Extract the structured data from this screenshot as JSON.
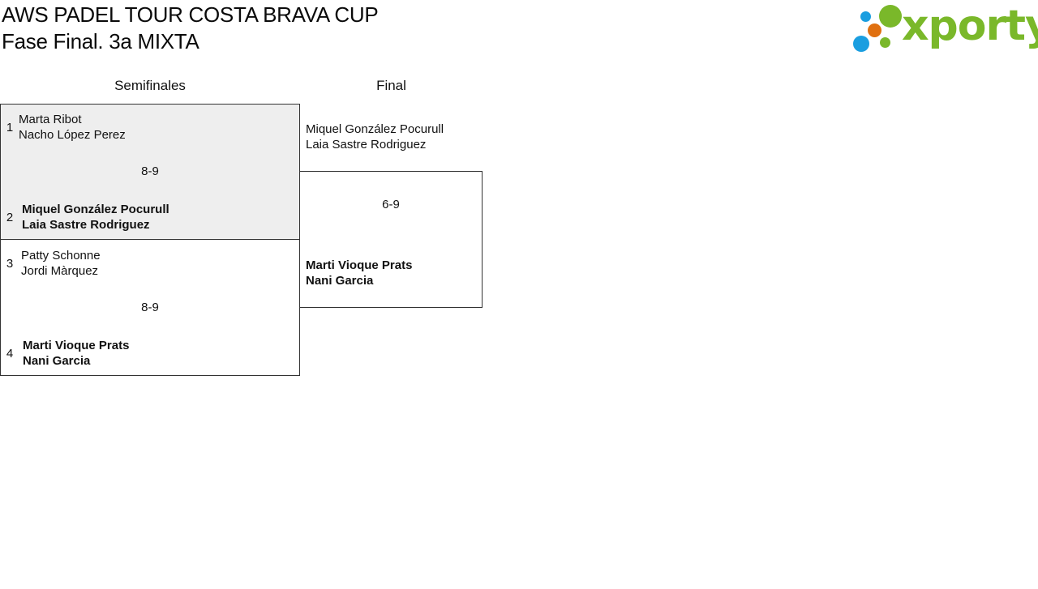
{
  "header": {
    "title_line1": "AWS PADEL TOUR COSTA BRAVA CUP",
    "title_line2": "Fase Final. 3a MIXTA"
  },
  "logo": {
    "text": "xporty",
    "colors": {
      "green": "#7ab82a",
      "blue": "#1a9ee0",
      "orange": "#e07010"
    }
  },
  "rounds": [
    {
      "label": "Semifinales"
    },
    {
      "label": "Final"
    }
  ],
  "semifinals": [
    {
      "highlighted": true,
      "score": "8-9",
      "teams": [
        {
          "seed": "1",
          "players": [
            "Marta Ribot",
            "Nacho López Perez"
          ],
          "winner": false
        },
        {
          "seed": "2",
          "players": [
            "Miquel González Pocurull",
            "Laia Sastre Rodriguez"
          ],
          "winner": true
        }
      ]
    },
    {
      "highlighted": false,
      "score": "8-9",
      "teams": [
        {
          "seed": "3",
          "players": [
            "Patty Schonne",
            "Jordi Màrquez"
          ],
          "winner": false
        },
        {
          "seed": "4",
          "players": [
            "Marti Vioque Prats",
            "Nani Garcia"
          ],
          "winner": true
        }
      ]
    }
  ],
  "final": {
    "score": "6-9",
    "teams": [
      {
        "players": [
          "Miquel González Pocurull",
          "Laia Sastre Rodriguez"
        ],
        "winner": false
      },
      {
        "players": [
          "Marti Vioque Prats",
          "Nani Garcia"
        ],
        "winner": true
      }
    ]
  }
}
